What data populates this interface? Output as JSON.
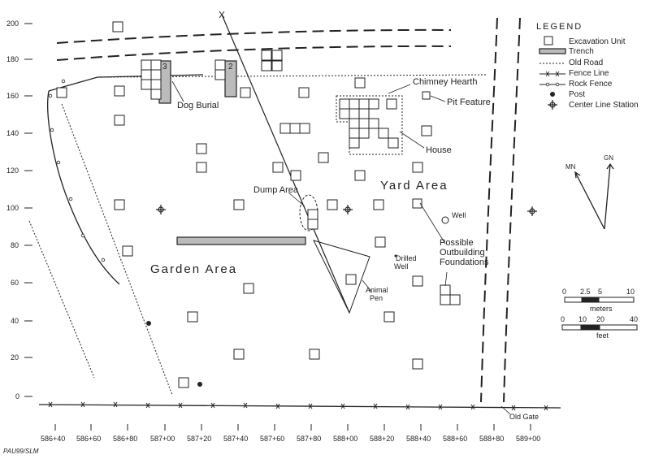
{
  "map": {
    "credit": "PAU99/SLM",
    "y_ticks": [
      "200",
      "180",
      "160",
      "140",
      "120",
      "100",
      "80",
      "60",
      "40",
      "20",
      "0"
    ],
    "x_ticks": [
      "586+40",
      "586+60",
      "586+80",
      "587+00",
      "587+20",
      "587+40",
      "587+60",
      "587+80",
      "588+00",
      "588+20",
      "588+40",
      "588+60",
      "588+80",
      "589+00"
    ],
    "areas": {
      "yard": "Yard Area",
      "garden": "Garden Area"
    },
    "labels": {
      "dog_burial": "Dog Burial",
      "chimney_hearth": "Chimney Hearth",
      "pit_feature": "Pit Feature",
      "house": "House",
      "dump_area": "Dump Area",
      "well": "Well",
      "drilled_well_1": "Drilled",
      "drilled_well_2": "Well",
      "animal_pen_1": "Animal",
      "animal_pen_2": "Pen",
      "outbuilding_1": "Possible",
      "outbuilding_2": "Outbuilding",
      "outbuilding_3": "Foundations",
      "old_gate": "Old Gate",
      "trench_2": "2",
      "trench_3": "3"
    },
    "legend": {
      "title": "LEGEND",
      "items": [
        "Excavation Unit",
        "Trench",
        "Old Road",
        "Fence Line",
        "Rock Fence",
        "Post",
        "Center Line Station"
      ]
    },
    "north": {
      "gn": "GN",
      "mn": "MN"
    },
    "scale": {
      "meters_ticks": [
        "0",
        "2.5",
        "5",
        "10"
      ],
      "meters_unit": "meters",
      "feet_ticks": [
        "0",
        "10",
        "20",
        "40"
      ],
      "feet_unit": "feet"
    },
    "colors": {
      "ink": "#222222",
      "trench_fill": "#bbbbbb",
      "background": "#ffffff"
    }
  }
}
